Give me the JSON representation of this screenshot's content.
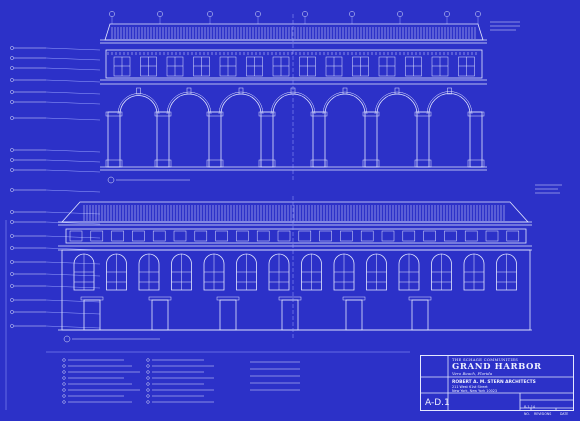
{
  "title_block": {
    "firm": "THE SCHAGE COMMUNITIES",
    "project": "GRAND HARBOR",
    "location": "Vero Beach, Florida",
    "architect": "ROBERT A. M. STERN ARCHITECTS",
    "address_line1": "211 West 61st Street",
    "address_line2": "New York, New York 10023",
    "sheet_number": "A-D.1",
    "date_label": "8-1-14",
    "col_no": "NO.",
    "col_revisions": "REVISIONS",
    "col_date": "DATE"
  },
  "colors": {
    "paper": "#2c31c8",
    "line": "#e4e8ff"
  }
}
